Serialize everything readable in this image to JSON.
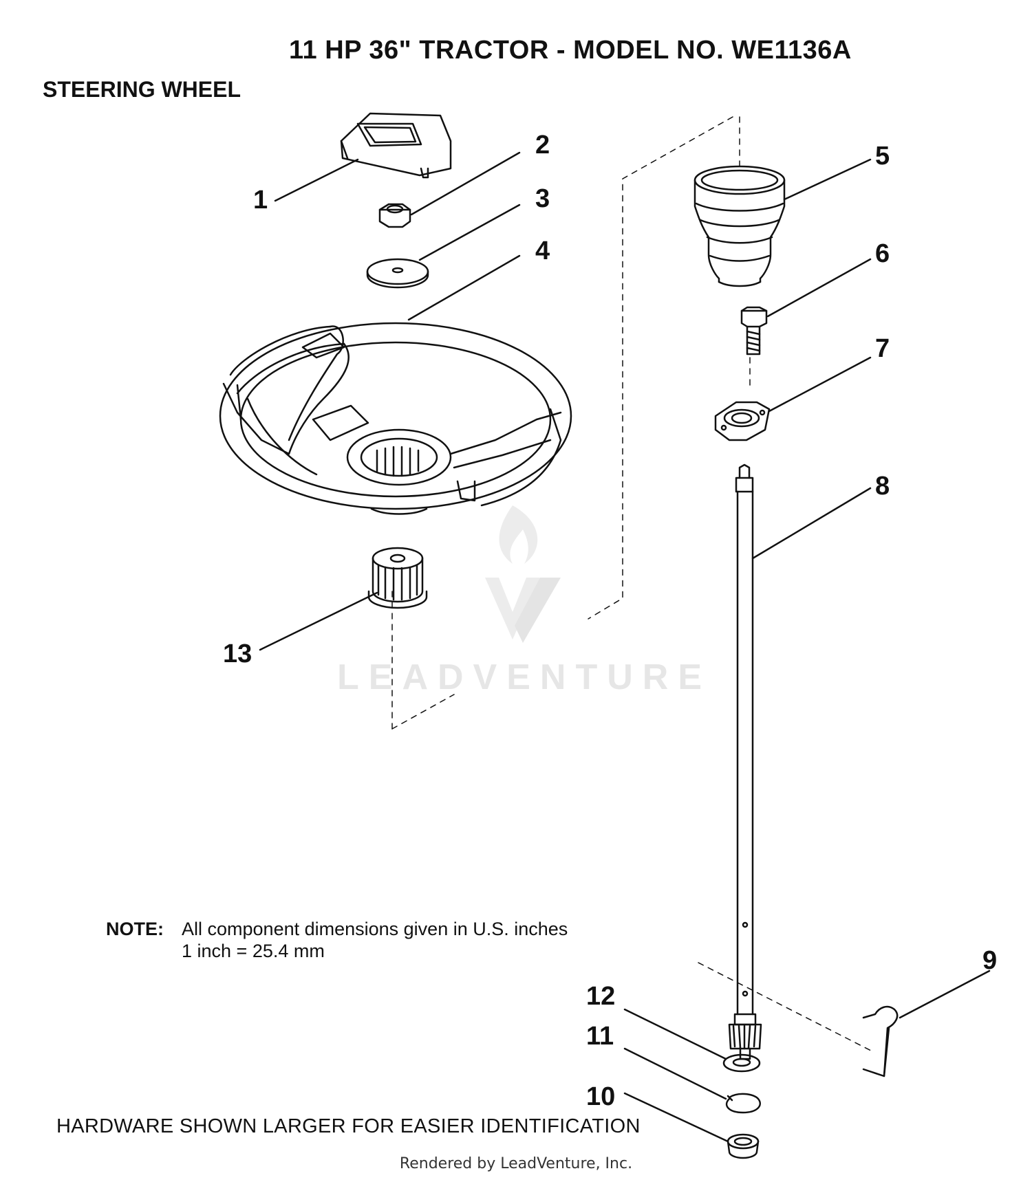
{
  "title": "11 HP 36\" TRACTOR - MODEL NO. WE1136A",
  "subtitle": "STEERING WHEEL",
  "callouts": [
    "1",
    "2",
    "3",
    "4",
    "5",
    "6",
    "7",
    "8",
    "9",
    "10",
    "11",
    "12",
    "13"
  ],
  "note": {
    "label": "NOTE:",
    "line1": "All component dimensions given in U.S. inches",
    "line2": "1 inch = 25.4 mm"
  },
  "hardware_note": "HARDWARE SHOWN LARGER FOR EASIER IDENTIFICATION",
  "watermark": "LEADVENTURE",
  "footer": "Rendered by LeadVenture, Inc.",
  "parts": [
    {
      "ref": "1",
      "icon": "steering-cap-icon"
    },
    {
      "ref": "2",
      "icon": "hex-nut-icon"
    },
    {
      "ref": "3",
      "icon": "flat-washer-icon"
    },
    {
      "ref": "4",
      "icon": "steering-wheel-icon"
    },
    {
      "ref": "5",
      "icon": "bellows-boot-icon"
    },
    {
      "ref": "6",
      "icon": "hex-bolt-icon"
    },
    {
      "ref": "7",
      "icon": "flange-bearing-icon"
    },
    {
      "ref": "8",
      "icon": "steering-shaft-icon"
    },
    {
      "ref": "9",
      "icon": "hairpin-clip-icon"
    },
    {
      "ref": "10",
      "icon": "bushing-icon"
    },
    {
      "ref": "11",
      "icon": "snap-ring-icon"
    },
    {
      "ref": "12",
      "icon": "washer-icon"
    },
    {
      "ref": "13",
      "icon": "splined-adapter-icon"
    }
  ]
}
